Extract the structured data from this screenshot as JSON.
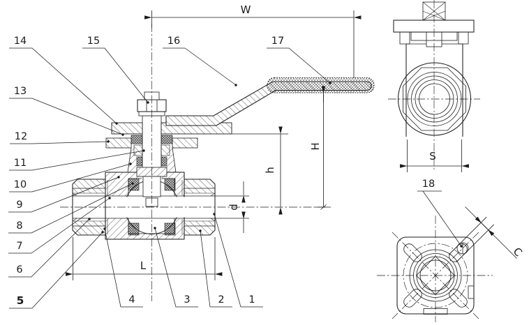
{
  "labels": {
    "parts": {
      "n1": "1",
      "n2": "2",
      "n3": "3",
      "n4": "4",
      "n5": "5",
      "n6": "6",
      "n7": "7",
      "n8": "8",
      "n9": "9",
      "n10": "10",
      "n11": "11",
      "n12": "12",
      "n13": "13",
      "n14": "14",
      "n15": "15",
      "n16": "16",
      "n17": "17",
      "n18": "18"
    },
    "dims": {
      "w": "W",
      "h_big": "H",
      "h_small": "h",
      "d": "d",
      "l": "L",
      "s": "S",
      "c": "C"
    }
  },
  "colors": {
    "line": "#1c1c1c",
    "background": "#ffffff"
  }
}
